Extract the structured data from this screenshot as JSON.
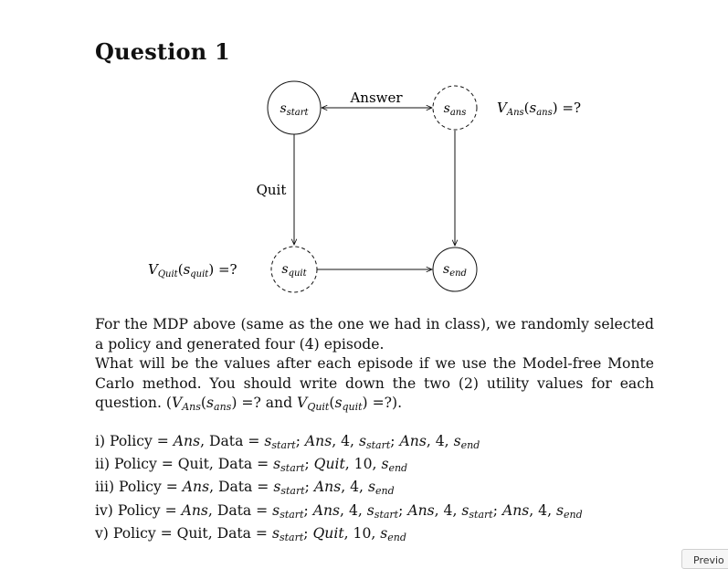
{
  "title": "Question 1",
  "diagram": {
    "nodes": {
      "start": {
        "symbol": "s",
        "sub": "start"
      },
      "ans": {
        "symbol": "s",
        "sub": "ans"
      },
      "quit": {
        "symbol": "s",
        "sub": "quit"
      },
      "end": {
        "symbol": "s",
        "sub": "end"
      }
    },
    "edge_labels": {
      "answer": "Answer",
      "quit": "Quit"
    },
    "value_labels": {
      "ans": {
        "v": "V",
        "v_sub": "Ans",
        "arg": "s",
        "arg_sub": "ans",
        "tail": "=?"
      },
      "quit": {
        "v": "V",
        "v_sub": "Quit",
        "arg": "s",
        "arg_sub": "quit",
        "tail": "=?"
      }
    }
  },
  "paragraph": {
    "line1": "For the MDP above (same as the one we had in class), we randomly selected a policy and generated four (4) episode.",
    "line2": "What will be the values after each episode if we use the Model-free Monte Carlo method. You should write down the two (2) utility values for each question.",
    "q_open": "(",
    "q_and": " =? and ",
    "q_close": " =?)."
  },
  "items": [
    {
      "num": "i)",
      "policy": "Ans",
      "policy_italic": true,
      "data": [
        [
          "start",
          "Ans",
          "4"
        ],
        [
          "start",
          "Ans",
          "4"
        ]
      ],
      "final": "end"
    },
    {
      "num": "ii)",
      "policy": "Quit",
      "policy_italic": false,
      "data": [
        [
          "start",
          "Quit",
          "10"
        ]
      ],
      "final": "end"
    },
    {
      "num": "iii)",
      "policy": "Ans",
      "policy_italic": true,
      "data": [
        [
          "start",
          "Ans",
          "4"
        ]
      ],
      "final": "end"
    },
    {
      "num": "iv)",
      "policy": "Ans",
      "policy_italic": true,
      "data": [
        [
          "start",
          "Ans",
          "4"
        ],
        [
          "start",
          "Ans",
          "4"
        ],
        [
          "start",
          "Ans",
          "4"
        ]
      ],
      "final": "end"
    },
    {
      "num": "v)",
      "policy": "Quit",
      "policy_italic": false,
      "data": [
        [
          "start",
          "Quit",
          "10"
        ]
      ],
      "final": "end"
    }
  ],
  "words": {
    "policy": "Policy",
    "data": "Data"
  },
  "corner_button": "Previo"
}
